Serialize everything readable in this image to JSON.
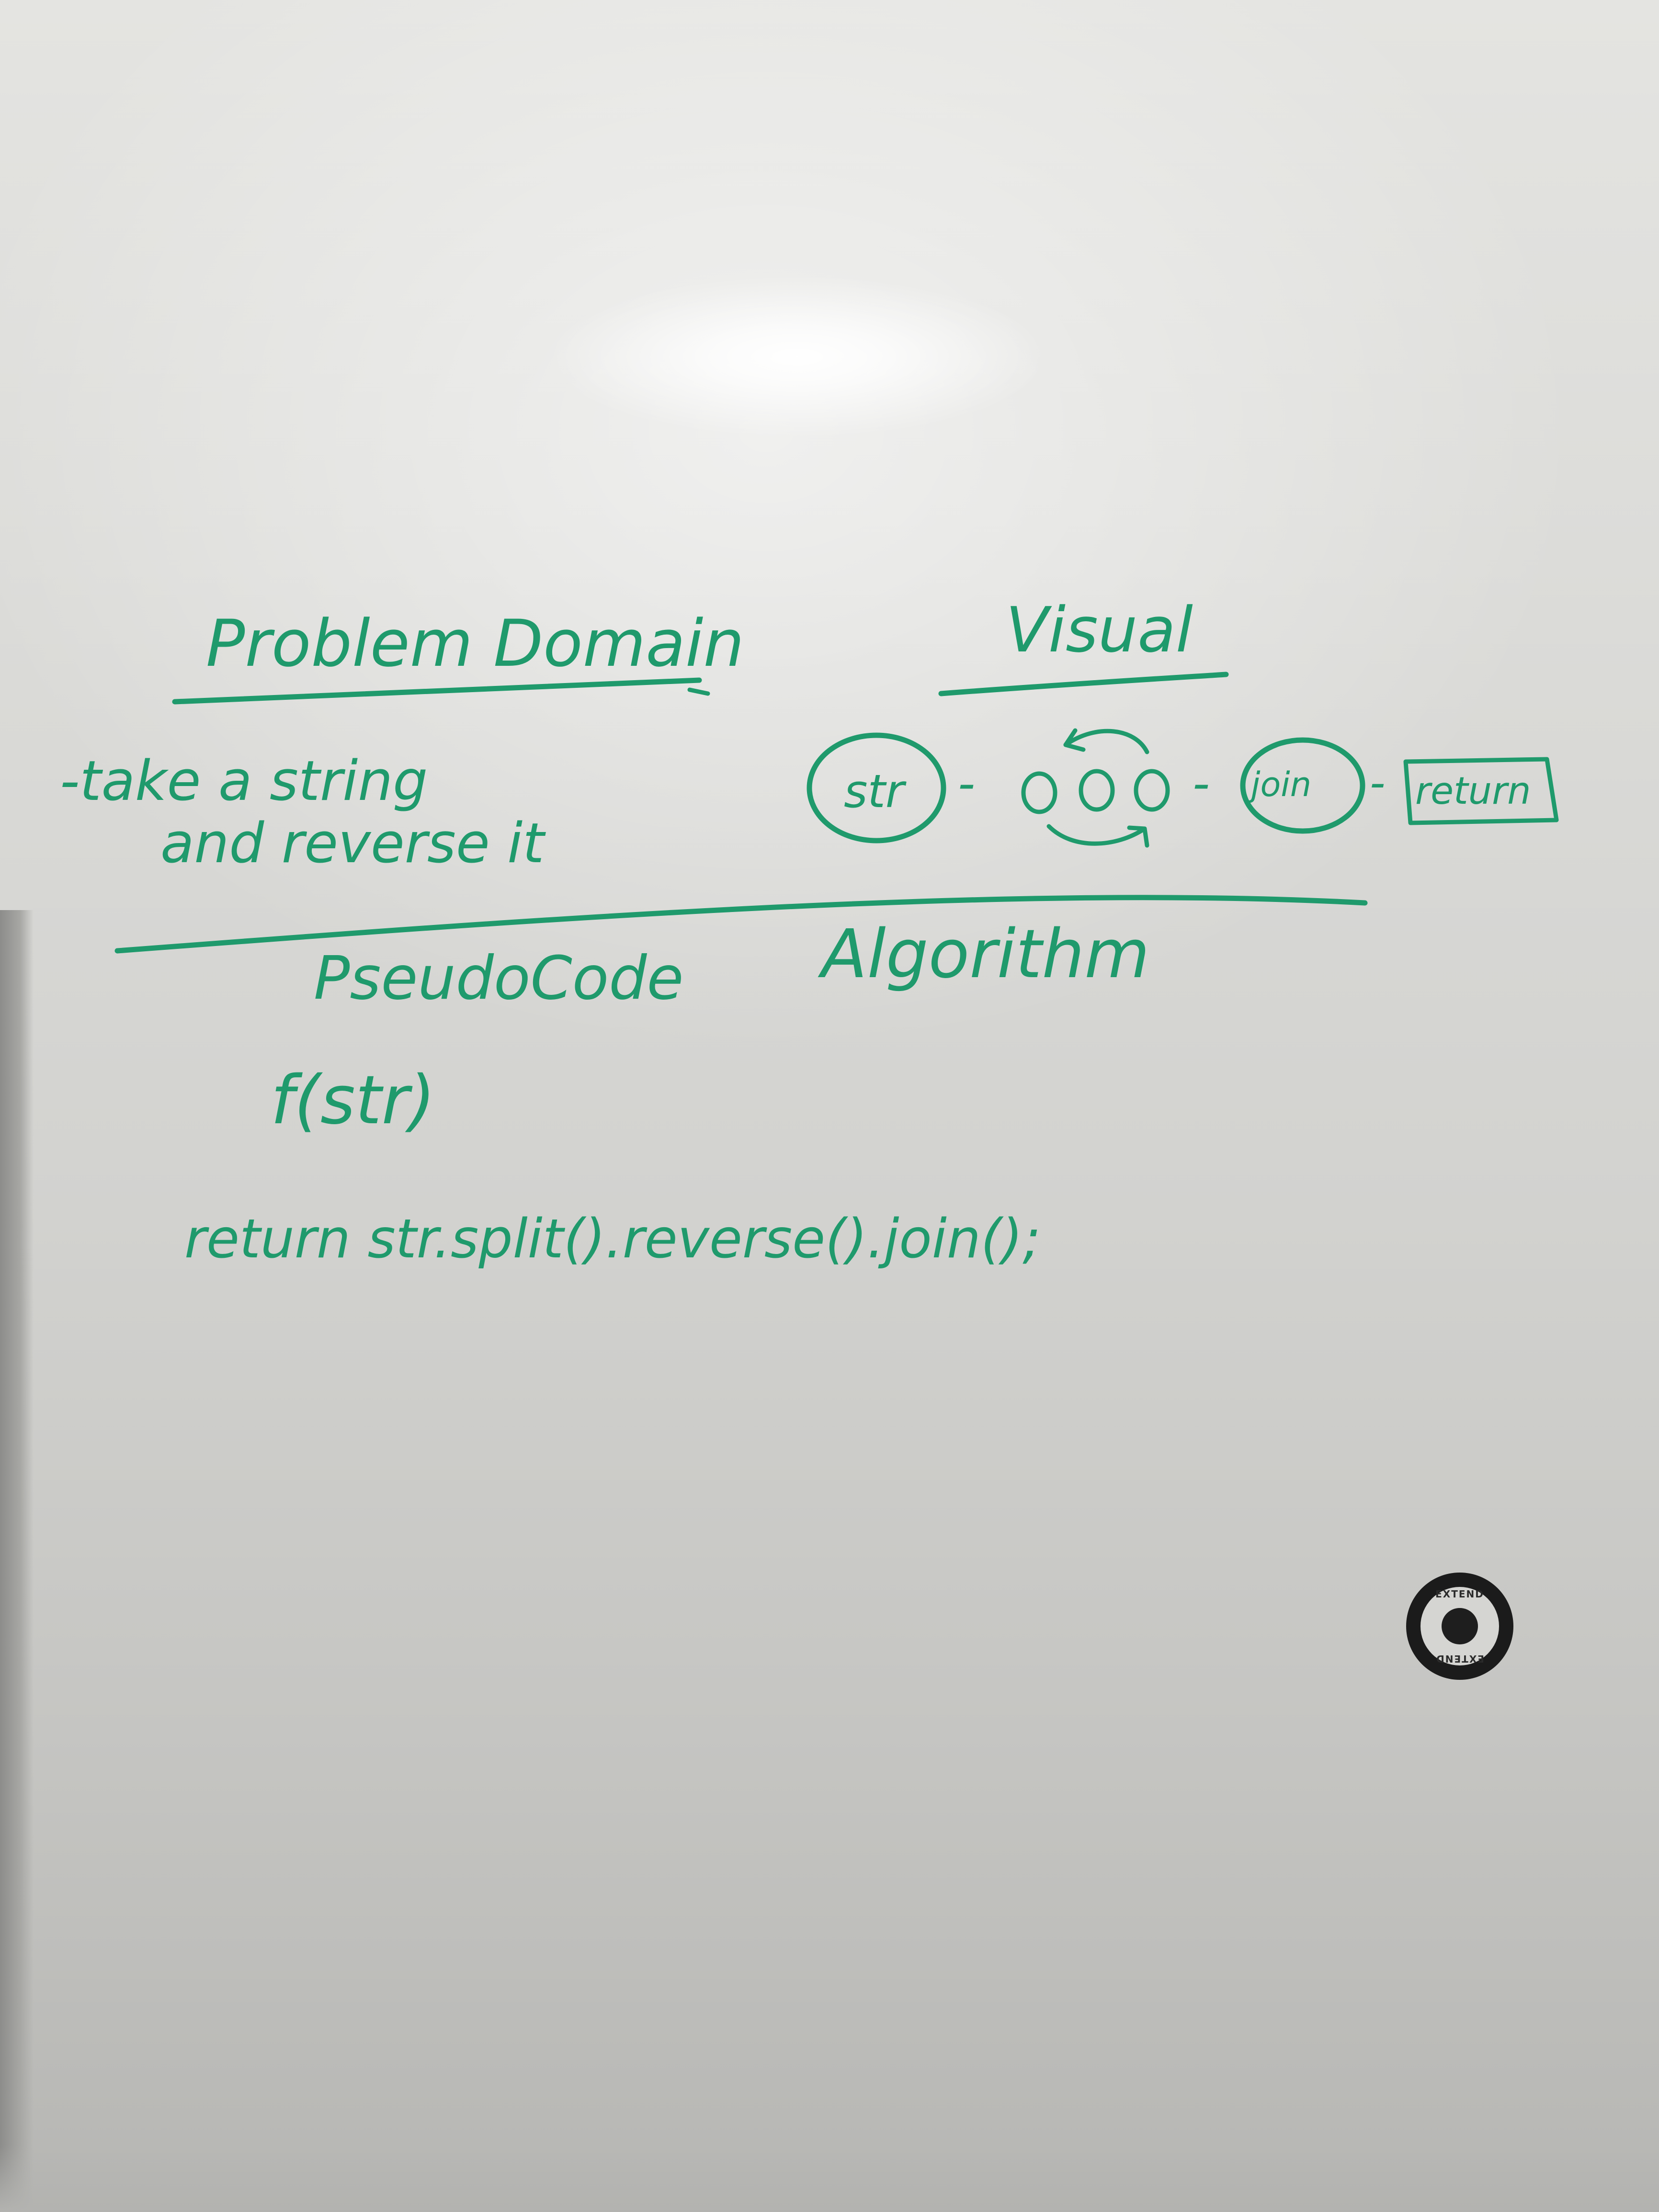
{
  "whiteboard": {
    "sections": {
      "problem_domain": "Problem Domain",
      "visual": "Visual",
      "pseudocode": "PseudoCode",
      "algorithm": "Algorithm"
    },
    "problem_text": {
      "line1": "-take a string",
      "line2": "and reverse it"
    },
    "visual_flow": {
      "start": "str",
      "dash1": "-",
      "dash2": "-",
      "join": "join",
      "dash3": "-",
      "end": "return"
    },
    "pseudocode": {
      "signature": "f(str)",
      "body": "return str.split().reverse().join();"
    },
    "ink_color": "#1f9a6c"
  },
  "magnet": {
    "label": "EXTEND",
    "icon": "magnet-icon"
  }
}
